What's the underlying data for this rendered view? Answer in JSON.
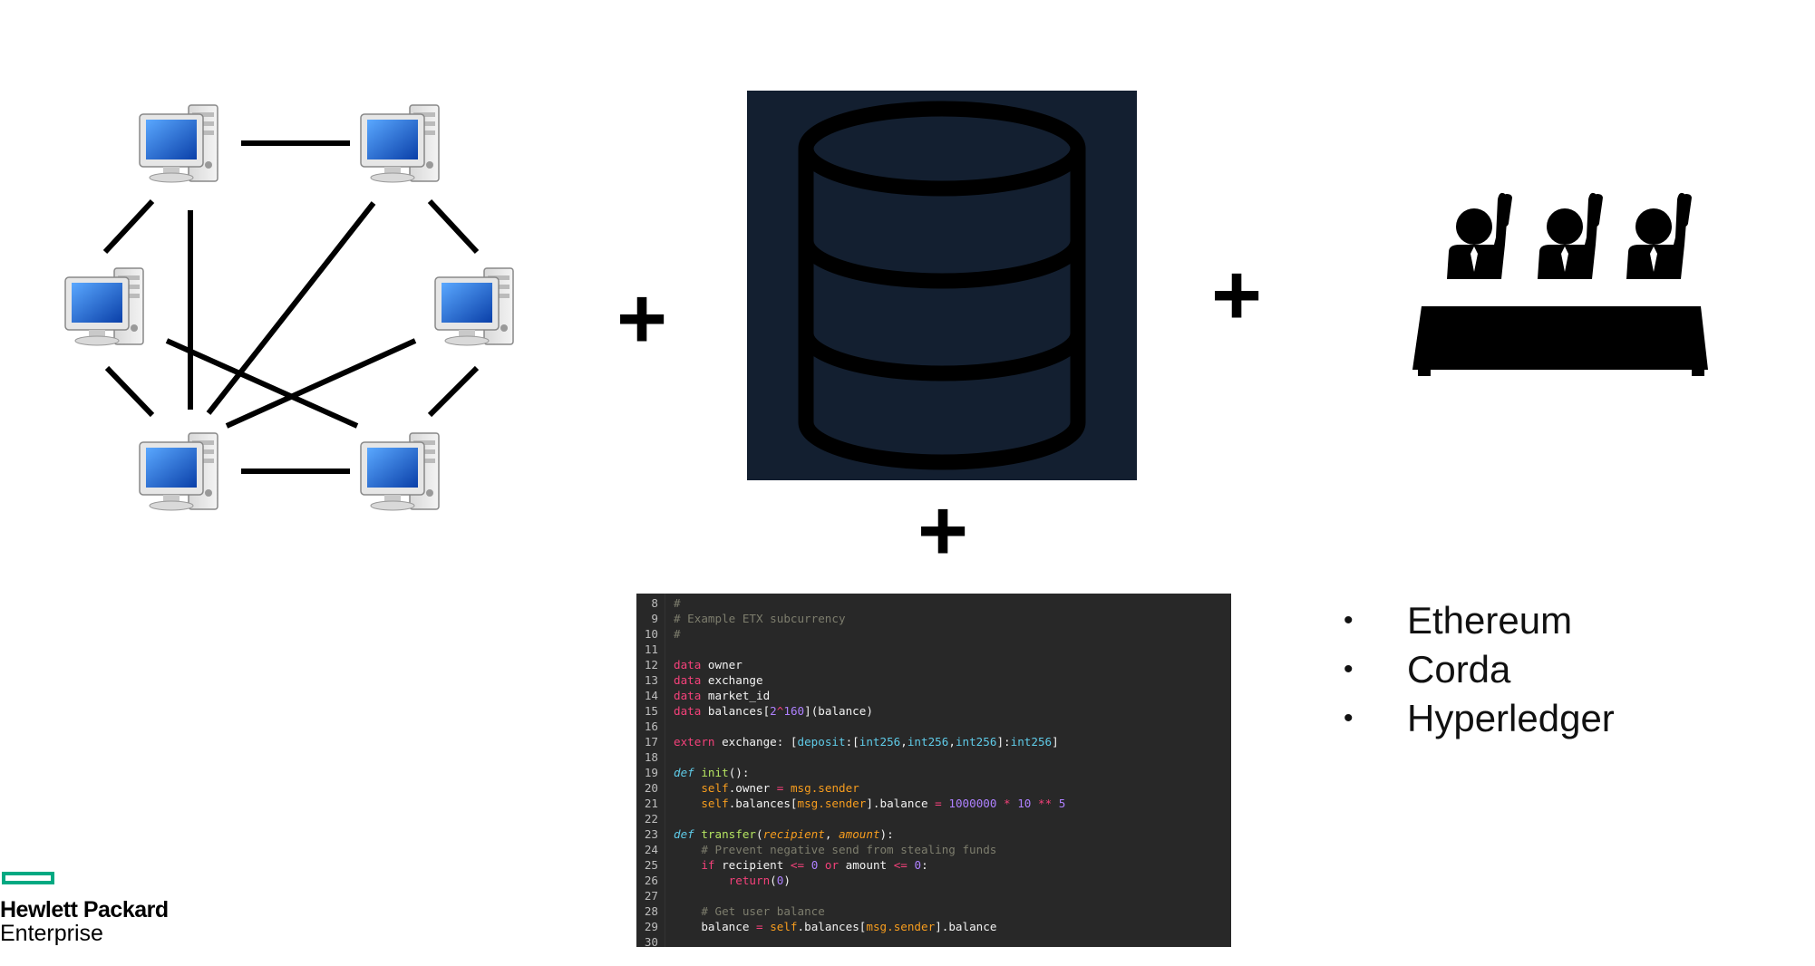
{
  "plus_signs": [
    "+",
    "+",
    "+"
  ],
  "icons": {
    "network": "computer-network-icon",
    "database": "database-icon",
    "voters": "voting-committee-icon"
  },
  "colors": {
    "database_panel": "#131f30",
    "code_background": "#282828",
    "brand_green": "#01a982"
  },
  "code": {
    "line_numbers": [
      "8",
      "9",
      "10",
      "11",
      "12",
      "13",
      "14",
      "15",
      "16",
      "17",
      "18",
      "19",
      "20",
      "21",
      "22",
      "23",
      "24",
      "25",
      "26",
      "27",
      "28",
      "29",
      "30"
    ]
  },
  "platforms": [
    "Ethereum",
    "Corda",
    "Hyperledger"
  ],
  "brand": {
    "line1": "Hewlett Packard",
    "line2": "Enterprise"
  }
}
